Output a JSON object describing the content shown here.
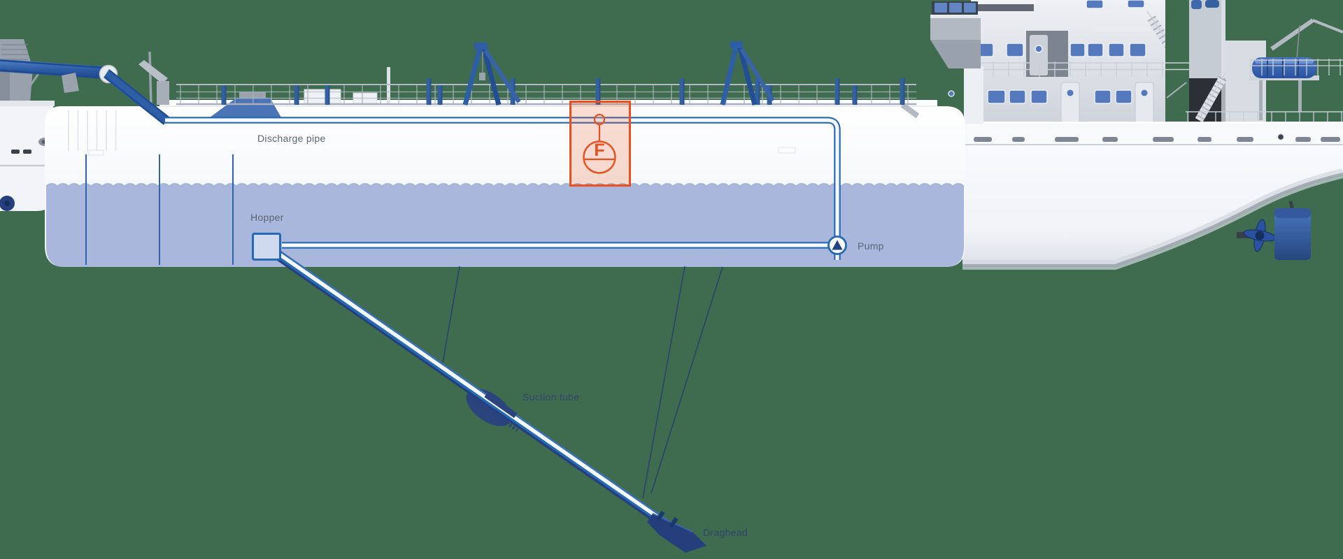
{
  "diagram": {
    "type": "dredger-cutaway-infographic",
    "labels": {
      "discharge_pipe": "Discharge pipe",
      "hopper": "Hopper",
      "pump": "Pump",
      "suction_tube": "Suction tube",
      "draghead": "Draghead"
    },
    "flow_meter": {
      "symbol": "F"
    },
    "colors": {
      "background_green": "#3F6B4F",
      "water_blue": "#A8B7DB",
      "pipe_blue": "#2569B3",
      "deep_navy": "#253F7C",
      "highlight_orange": "#E8501F",
      "window_blue": "#5479BC",
      "gantry_blue": "#2E5EA6",
      "label_gray": "#5B6572",
      "label_navy": "#32426F"
    }
  }
}
